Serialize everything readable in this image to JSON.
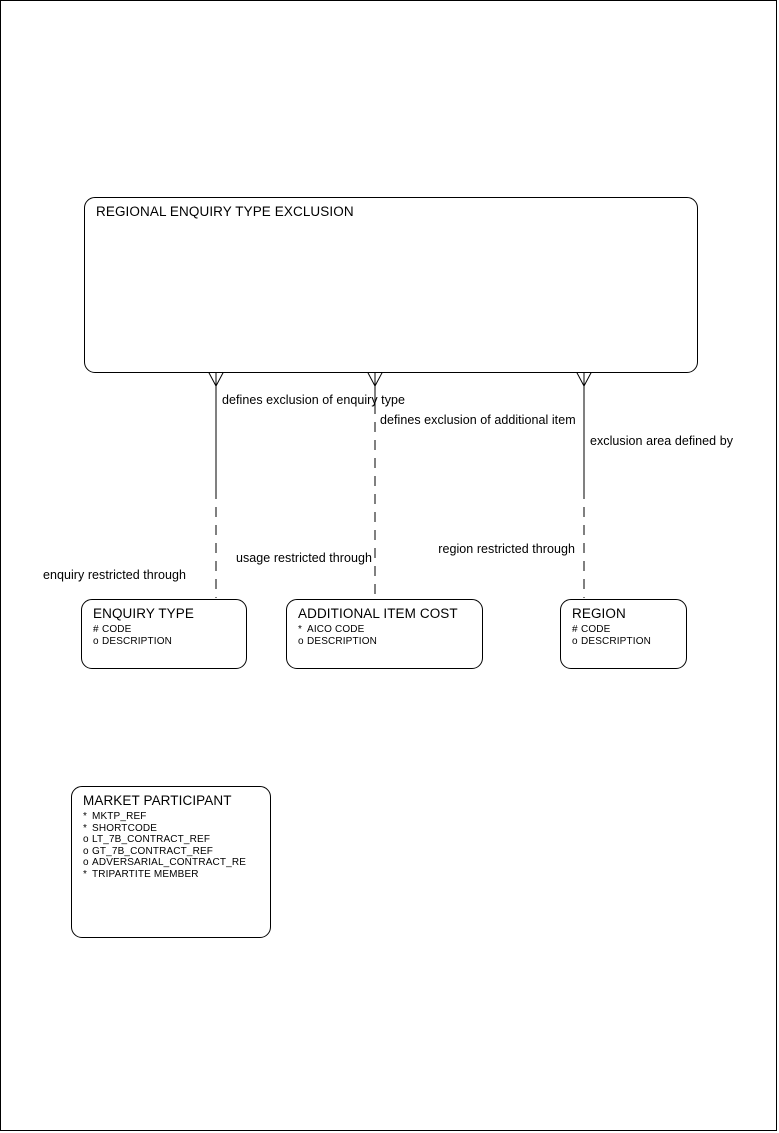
{
  "diagram": {
    "type": "entity-relationship",
    "notation": "barker-crows-foot",
    "page_border": true,
    "colors": {
      "line": "#000000",
      "background": "#ffffff",
      "text": "#000000"
    }
  },
  "entities": [
    {
      "id": "regional-enquiry-type-exclusion",
      "name": "REGIONAL ENQUIRY TYPE EXCLUSION",
      "attributes": []
    },
    {
      "id": "enquiry-type",
      "name": "ENQUIRY TYPE",
      "attributes": [
        {
          "marker": "#",
          "label": "CODE"
        },
        {
          "marker": "o",
          "label": "DESCRIPTION"
        }
      ]
    },
    {
      "id": "additional-item-cost",
      "name": "ADDITIONAL ITEM COST",
      "attributes": [
        {
          "marker": "*",
          "label": "AICO CODE"
        },
        {
          "marker": "o",
          "label": "DESCRIPTION"
        }
      ]
    },
    {
      "id": "region",
      "name": "REGION",
      "attributes": [
        {
          "marker": "#",
          "label": "CODE"
        },
        {
          "marker": "o",
          "label": "DESCRIPTION"
        }
      ]
    },
    {
      "id": "market-participant",
      "name": "MARKET PARTICIPANT",
      "attributes": [
        {
          "marker": "*",
          "label": "MKTP_REF"
        },
        {
          "marker": "*",
          "label": "SHORTCODE"
        },
        {
          "marker": "o",
          "label": "LT_7B_CONTRACT_REF"
        },
        {
          "marker": "o",
          "label": "GT_7B_CONTRACT_REF"
        },
        {
          "marker": "o",
          "label": "ADVERSARIAL_CONTRACT_RE"
        },
        {
          "marker": "*",
          "label": "TRIPARTITE MEMBER"
        }
      ]
    }
  ],
  "relationships": [
    {
      "id": "rel-enquiry-type",
      "from": "regional-enquiry-type-exclusion",
      "to": "enquiry-type",
      "from_label": "defines exclusion of enquiry type",
      "to_label": "enquiry restricted through",
      "mid_label": "usage restricted through"
    },
    {
      "id": "rel-additional-item",
      "from": "regional-enquiry-type-exclusion",
      "to": "additional-item-cost",
      "from_label": "defines exclusion of additional item",
      "to_label": "",
      "mid_label": ""
    },
    {
      "id": "rel-region",
      "from": "regional-enquiry-type-exclusion",
      "to": "region",
      "from_label": "exclusion area defined by",
      "to_label": "region restricted through",
      "mid_label": ""
    }
  ],
  "labels": {
    "defines_exclusion_enquiry_type": "defines exclusion of enquiry type",
    "defines_exclusion_additional_item": "defines exclusion of additional item",
    "exclusion_area_defined_by": "exclusion area defined by",
    "enquiry_restricted_through": "enquiry restricted through",
    "usage_restricted_through": "usage restricted through",
    "region_restricted_through": "region restricted through"
  }
}
